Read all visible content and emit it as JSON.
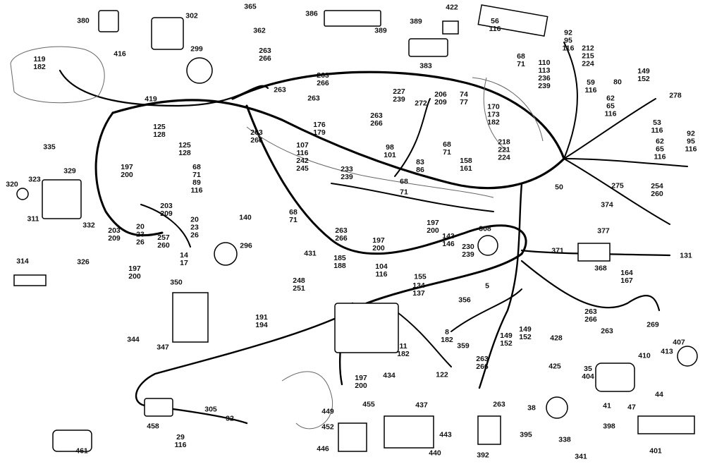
{
  "diagram": {
    "labels": [
      "380",
      "302",
      "365",
      "362",
      "386",
      "389",
      "389",
      "422",
      "56\n116",
      "119\n182",
      "416",
      "299",
      "383",
      "419",
      "263\n266",
      "263",
      "263\n266",
      "263",
      "68\n71",
      "92\n95\n116",
      "212\n215\n224",
      "110\n113\n236\n239",
      "227\n239",
      "206\n209",
      "74\n77",
      "272",
      "170\n173\n182",
      "59\n116",
      "80",
      "149\n152",
      "278",
      "62\n65\n116",
      "125\n128",
      "125\n128",
      "176\n179",
      "263\n266",
      "263\n266",
      "107\n116\n242\n245",
      "98\n101",
      "218\n221\n224",
      "68\n71",
      "158\n161",
      "83\n86",
      "53\n116",
      "92\n95\n116",
      "62\n65\n116",
      "335",
      "329",
      "323",
      "320",
      "197\n200",
      "68\n71\n89\n116",
      "233\n239",
      "68",
      "71",
      "275",
      "254\n260",
      "50",
      "374",
      "377",
      "311",
      "332",
      "203\n209",
      "20\n23\n26",
      "203\n209",
      "20\n23\n26",
      "257\n260",
      "140",
      "68\n71",
      "197\n200",
      "263\n266",
      "197\n200",
      "143\n146",
      "308",
      "149\n152",
      "326",
      "14\n17",
      "296",
      "197\n200",
      "431",
      "185\n188",
      "230\n239",
      "371",
      "368",
      "131",
      "314",
      "350",
      "248\n251",
      "104\n116",
      "155",
      "134\n137",
      "5",
      "164\n167",
      "191\n194",
      "356",
      "263\n266",
      "263",
      "269",
      "344",
      "347",
      "8\n182",
      "11\n182",
      "359",
      "149\n152",
      "428",
      "407",
      "410",
      "413",
      "263\n266",
      "35\n404",
      "197\n200",
      "434",
      "425",
      "122",
      "437",
      "263",
      "44",
      "47",
      "305",
      "455",
      "38",
      "41",
      "458",
      "449",
      "452",
      "443",
      "395",
      "398",
      "32",
      "29\n116",
      "461",
      "446",
      "440",
      "392",
      "338",
      "401",
      "341"
    ]
  }
}
